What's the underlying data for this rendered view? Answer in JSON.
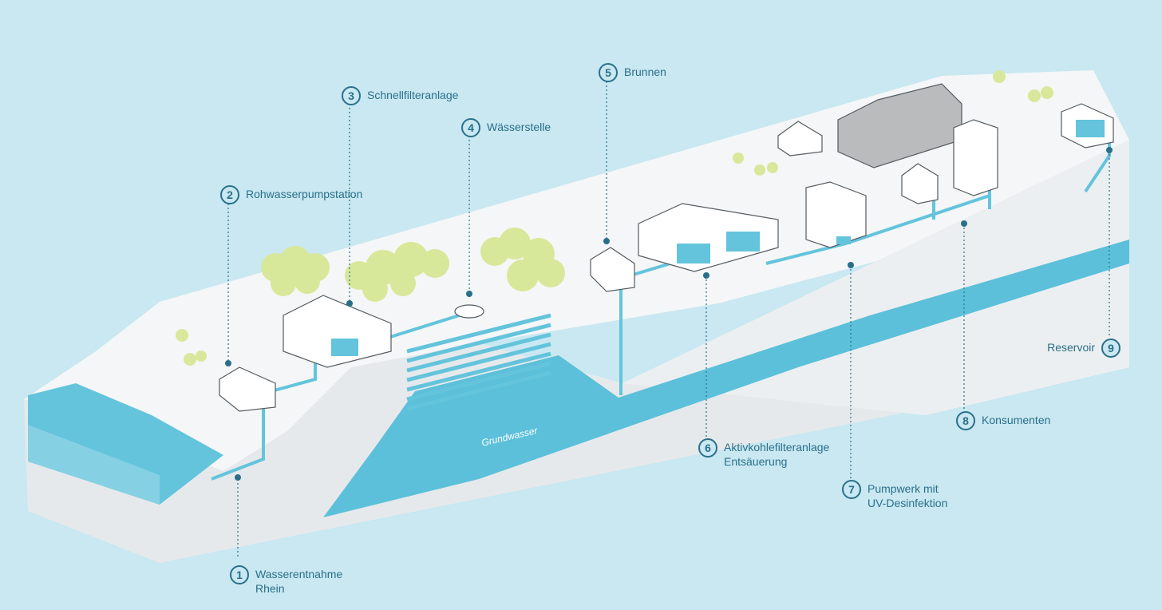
{
  "colors": {
    "background": "#c9e8f1",
    "water": "#63c4dc",
    "water_dark": "#4fb6d2",
    "ground_top": "#f4f6f7",
    "ground_side": "#e6e9eb",
    "tree": "#d8e89a",
    "label": "#2a6f8a",
    "building_gray": "#b9bbbd"
  },
  "groundwater_label": "Grundwasser",
  "stations": [
    {
      "num": "1",
      "lines": [
        "Wasserentnahme",
        "Rhein"
      ]
    },
    {
      "num": "2",
      "lines": [
        "Rohwasserpumpstation"
      ]
    },
    {
      "num": "3",
      "lines": [
        "Schnellfilteranlage"
      ]
    },
    {
      "num": "4",
      "lines": [
        "Wässerstelle"
      ]
    },
    {
      "num": "5",
      "lines": [
        "Brunnen"
      ]
    },
    {
      "num": "6",
      "lines": [
        "Aktivkohlefilteranlage",
        "Entsäuerung"
      ]
    },
    {
      "num": "7",
      "lines": [
        "Pumpwerk mit",
        "UV-Desinfektion"
      ]
    },
    {
      "num": "8",
      "lines": [
        "Konsumenten"
      ]
    },
    {
      "num": "9",
      "lines": [
        "Reservoir"
      ]
    }
  ]
}
